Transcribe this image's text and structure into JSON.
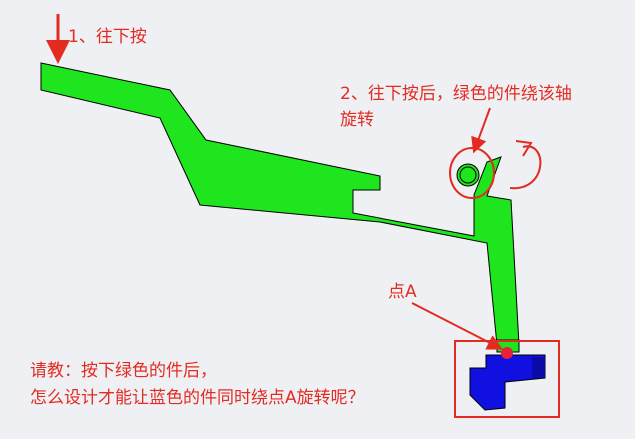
{
  "annotations": {
    "step1": "1、往下按",
    "step2_line1": "2、往下按后，绿色的件绕该轴",
    "step2_line2": "旋转",
    "point_a": "点A",
    "question_line1": "请教：按下绿色的件后，",
    "question_line2": "怎么设计才能让蓝色的件同时绕点A旋转呢？"
  },
  "colors": {
    "background": "#eef0f3",
    "green_part": "#1fe51f",
    "green_outline": "#000000",
    "blue_part": "#1010e0",
    "blue_dark": "#0a0aa8",
    "annotation_red": "#e32b22",
    "point_marker": "#e8203a"
  }
}
